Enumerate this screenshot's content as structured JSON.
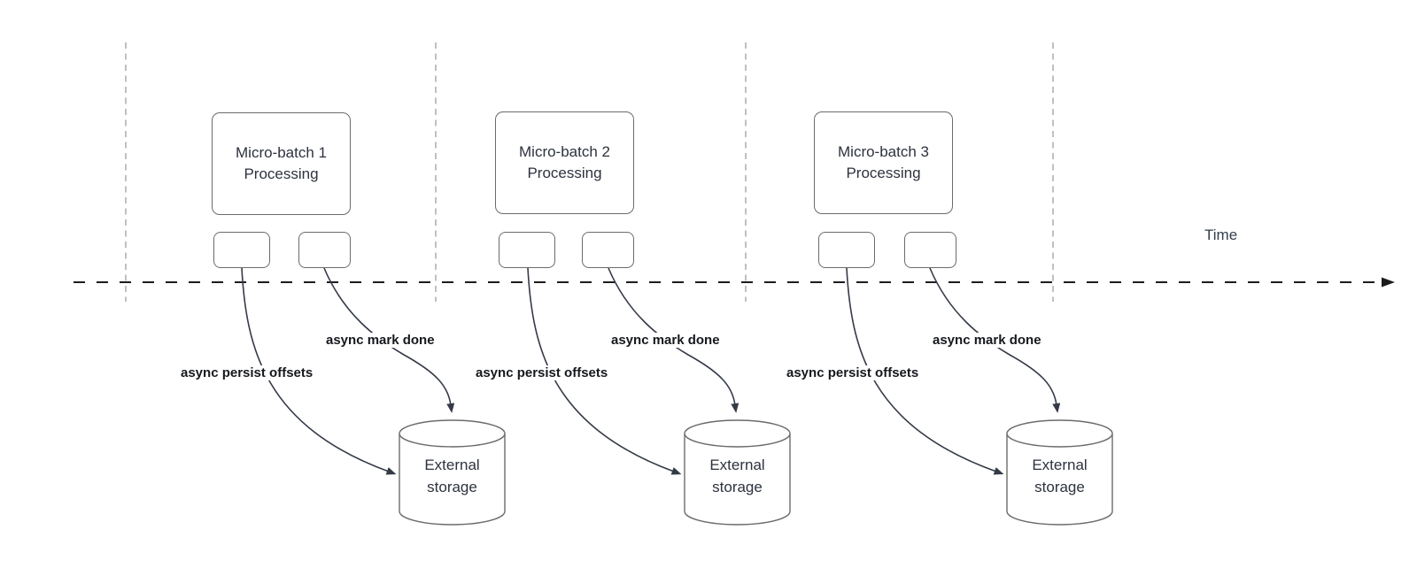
{
  "diagram": {
    "time_axis_label": "Time",
    "batches": [
      {
        "process_label": "Micro-batch 1\nProcessing",
        "persist_arrow_label": "async persist offsets",
        "mark_done_arrow_label": "async mark done",
        "storage_label": "External\nstorage"
      },
      {
        "process_label": "Micro-batch 2\nProcessing",
        "persist_arrow_label": "async persist offsets",
        "mark_done_arrow_label": "async mark done",
        "storage_label": "External\nstorage"
      },
      {
        "process_label": "Micro-batch 3\nProcessing",
        "persist_arrow_label": "async persist offsets",
        "mark_done_arrow_label": "async mark done",
        "storage_label": "External\nstorage"
      }
    ],
    "colors": {
      "background": "#ffffff",
      "shape_stroke": "#6b6b6b",
      "shape_text": "#2d323e",
      "arrow_stroke": "#343a46",
      "arrow_label_text": "#16181d",
      "timeline_stroke": "#1c1c1c",
      "lane_divider_stroke": "#b0b0b0"
    }
  }
}
